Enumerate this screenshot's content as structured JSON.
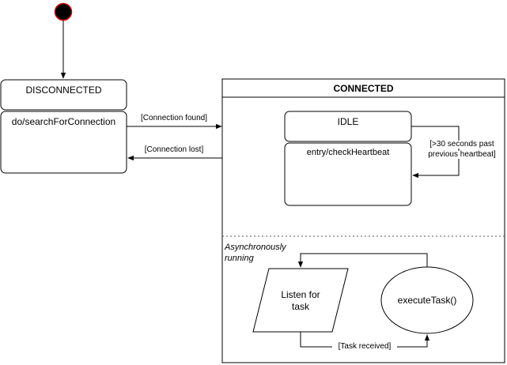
{
  "states": {
    "disconnected": {
      "name": "DISCONNECTED",
      "activity": "do/searchForConnection"
    },
    "connected": {
      "name": "CONNECTED"
    },
    "idle": {
      "name": "IDLE",
      "activity": "entry/checkHeartbeat"
    }
  },
  "transitions": {
    "connection_found": "[Connection found]",
    "connection_lost": "[Connection lost]",
    "heartbeat_line1": "[>30 seconds past",
    "heartbeat_line2": "previous heartbeat]",
    "task_received": "[Task received]"
  },
  "region": {
    "label_line1": "Asynchronously",
    "label_line2": "running"
  },
  "listen": {
    "line1": "Listen for",
    "line2": "task"
  },
  "execute": {
    "label": "executeTask()"
  },
  "colors": {
    "initial_fill": "#000000",
    "initial_stroke": "#cc0000",
    "stroke": "#000000"
  }
}
